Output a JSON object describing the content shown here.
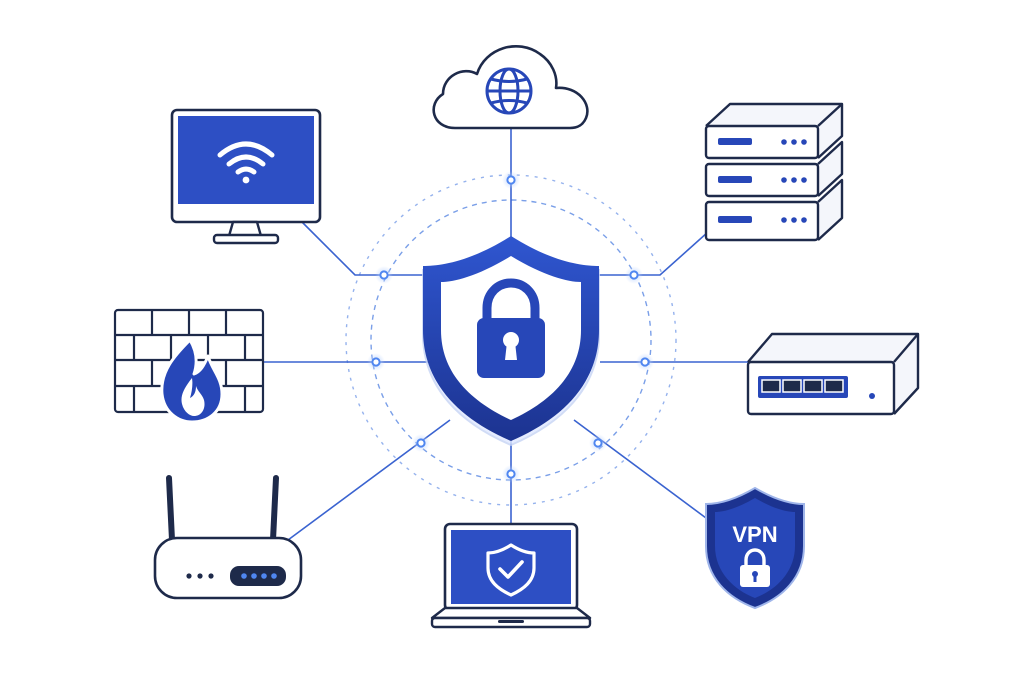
{
  "diagram": {
    "center": {
      "name": "security-shield",
      "icon": "padlock-icon"
    },
    "nodes": [
      {
        "name": "cloud-internet",
        "icon": "globe-icon"
      },
      {
        "name": "desktop-monitor",
        "icon": "wifi-icon"
      },
      {
        "name": "server-rack",
        "icon": "server-icon"
      },
      {
        "name": "firewall",
        "icon": "flame-icon"
      },
      {
        "name": "network-switch",
        "icon": "ethernet-ports-icon"
      },
      {
        "name": "wireless-router",
        "icon": "antenna-icon"
      },
      {
        "name": "laptop",
        "icon": "shield-check-icon"
      },
      {
        "name": "vpn-badge",
        "icon": "padlock-icon"
      }
    ],
    "vpn_label": "VPN"
  },
  "colors": {
    "primary": "#2747b8",
    "primary_dark": "#1c3390",
    "screen": "#2d4fc4",
    "outline": "#1e2a4a",
    "line": "#3a63d0",
    "dot": "#4f86f0",
    "dot_glow": "#bcd4ff",
    "dashed": "#7a9fe8",
    "background": "#ffffff"
  }
}
